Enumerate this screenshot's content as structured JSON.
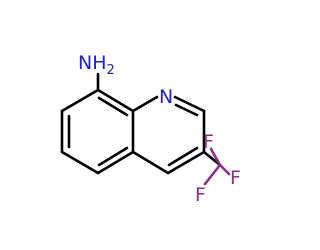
{
  "molecule": {
    "atoms": {
      "amine": {
        "label": "NH",
        "subscript": "2"
      },
      "ring_n": {
        "label": "N"
      },
      "f1": {
        "label": "F"
      },
      "f2": {
        "label": "F"
      },
      "f3": {
        "label": "F"
      }
    },
    "colors": {
      "bond": "#000000",
      "nitrogen": "#1f1fcc",
      "fluorine": "#8a2e8a"
    }
  }
}
